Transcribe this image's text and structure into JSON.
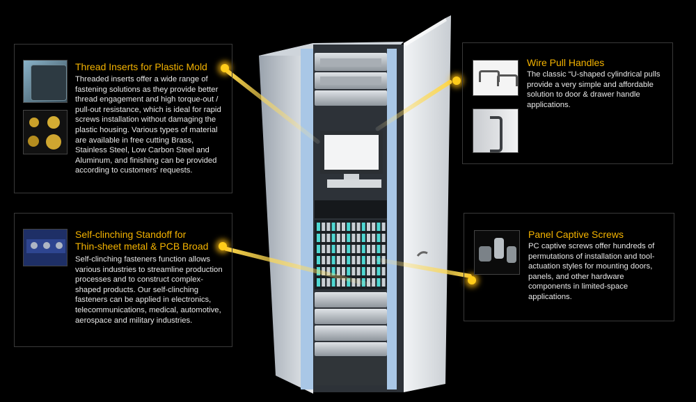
{
  "callouts": {
    "thread_inserts": {
      "title": "Thread Inserts for Plastic Mold",
      "body": "Threaded inserts offer a wide range of fastening solutions as they provide better thread engagement and high torque-out / pull-out resistance, which is ideal for rapid screws installation without damaging the plastic housing. Various types of material are available in free cutting Brass, Stainless Steel, Low Carbon Steel and Aluminum, and finishing can be provided according to customers' requests."
    },
    "standoff": {
      "title_line1": "Self-clinching Standoff for",
      "title_line2": "Thin-sheet metal & PCB Broad",
      "body": "Self-clinching fasteners function allows various industries to streamline production processes and to construct complex-shaped products. Our self-clinching fasteners can be applied in electronics, telecommunications, medical, automotive, aerospace and military industries."
    },
    "wire_pull": {
      "title": "Wire Pull Handles",
      "body": "The classic “U-shaped cylindrical pulls provide a very simple and affordable solution to door & drawer handle applications."
    },
    "captive_screws": {
      "title": "Panel Captive Screws",
      "body": "PC captive screws offer hundreds of permutations of installation and tool-actuation styles for mounting doors, panels, and other hardware components in limited-space applications."
    }
  },
  "colors": {
    "background": "#000000",
    "accent": "#f5b400",
    "text": "#e8e8e8",
    "panel_border": "#3a3a3a"
  }
}
